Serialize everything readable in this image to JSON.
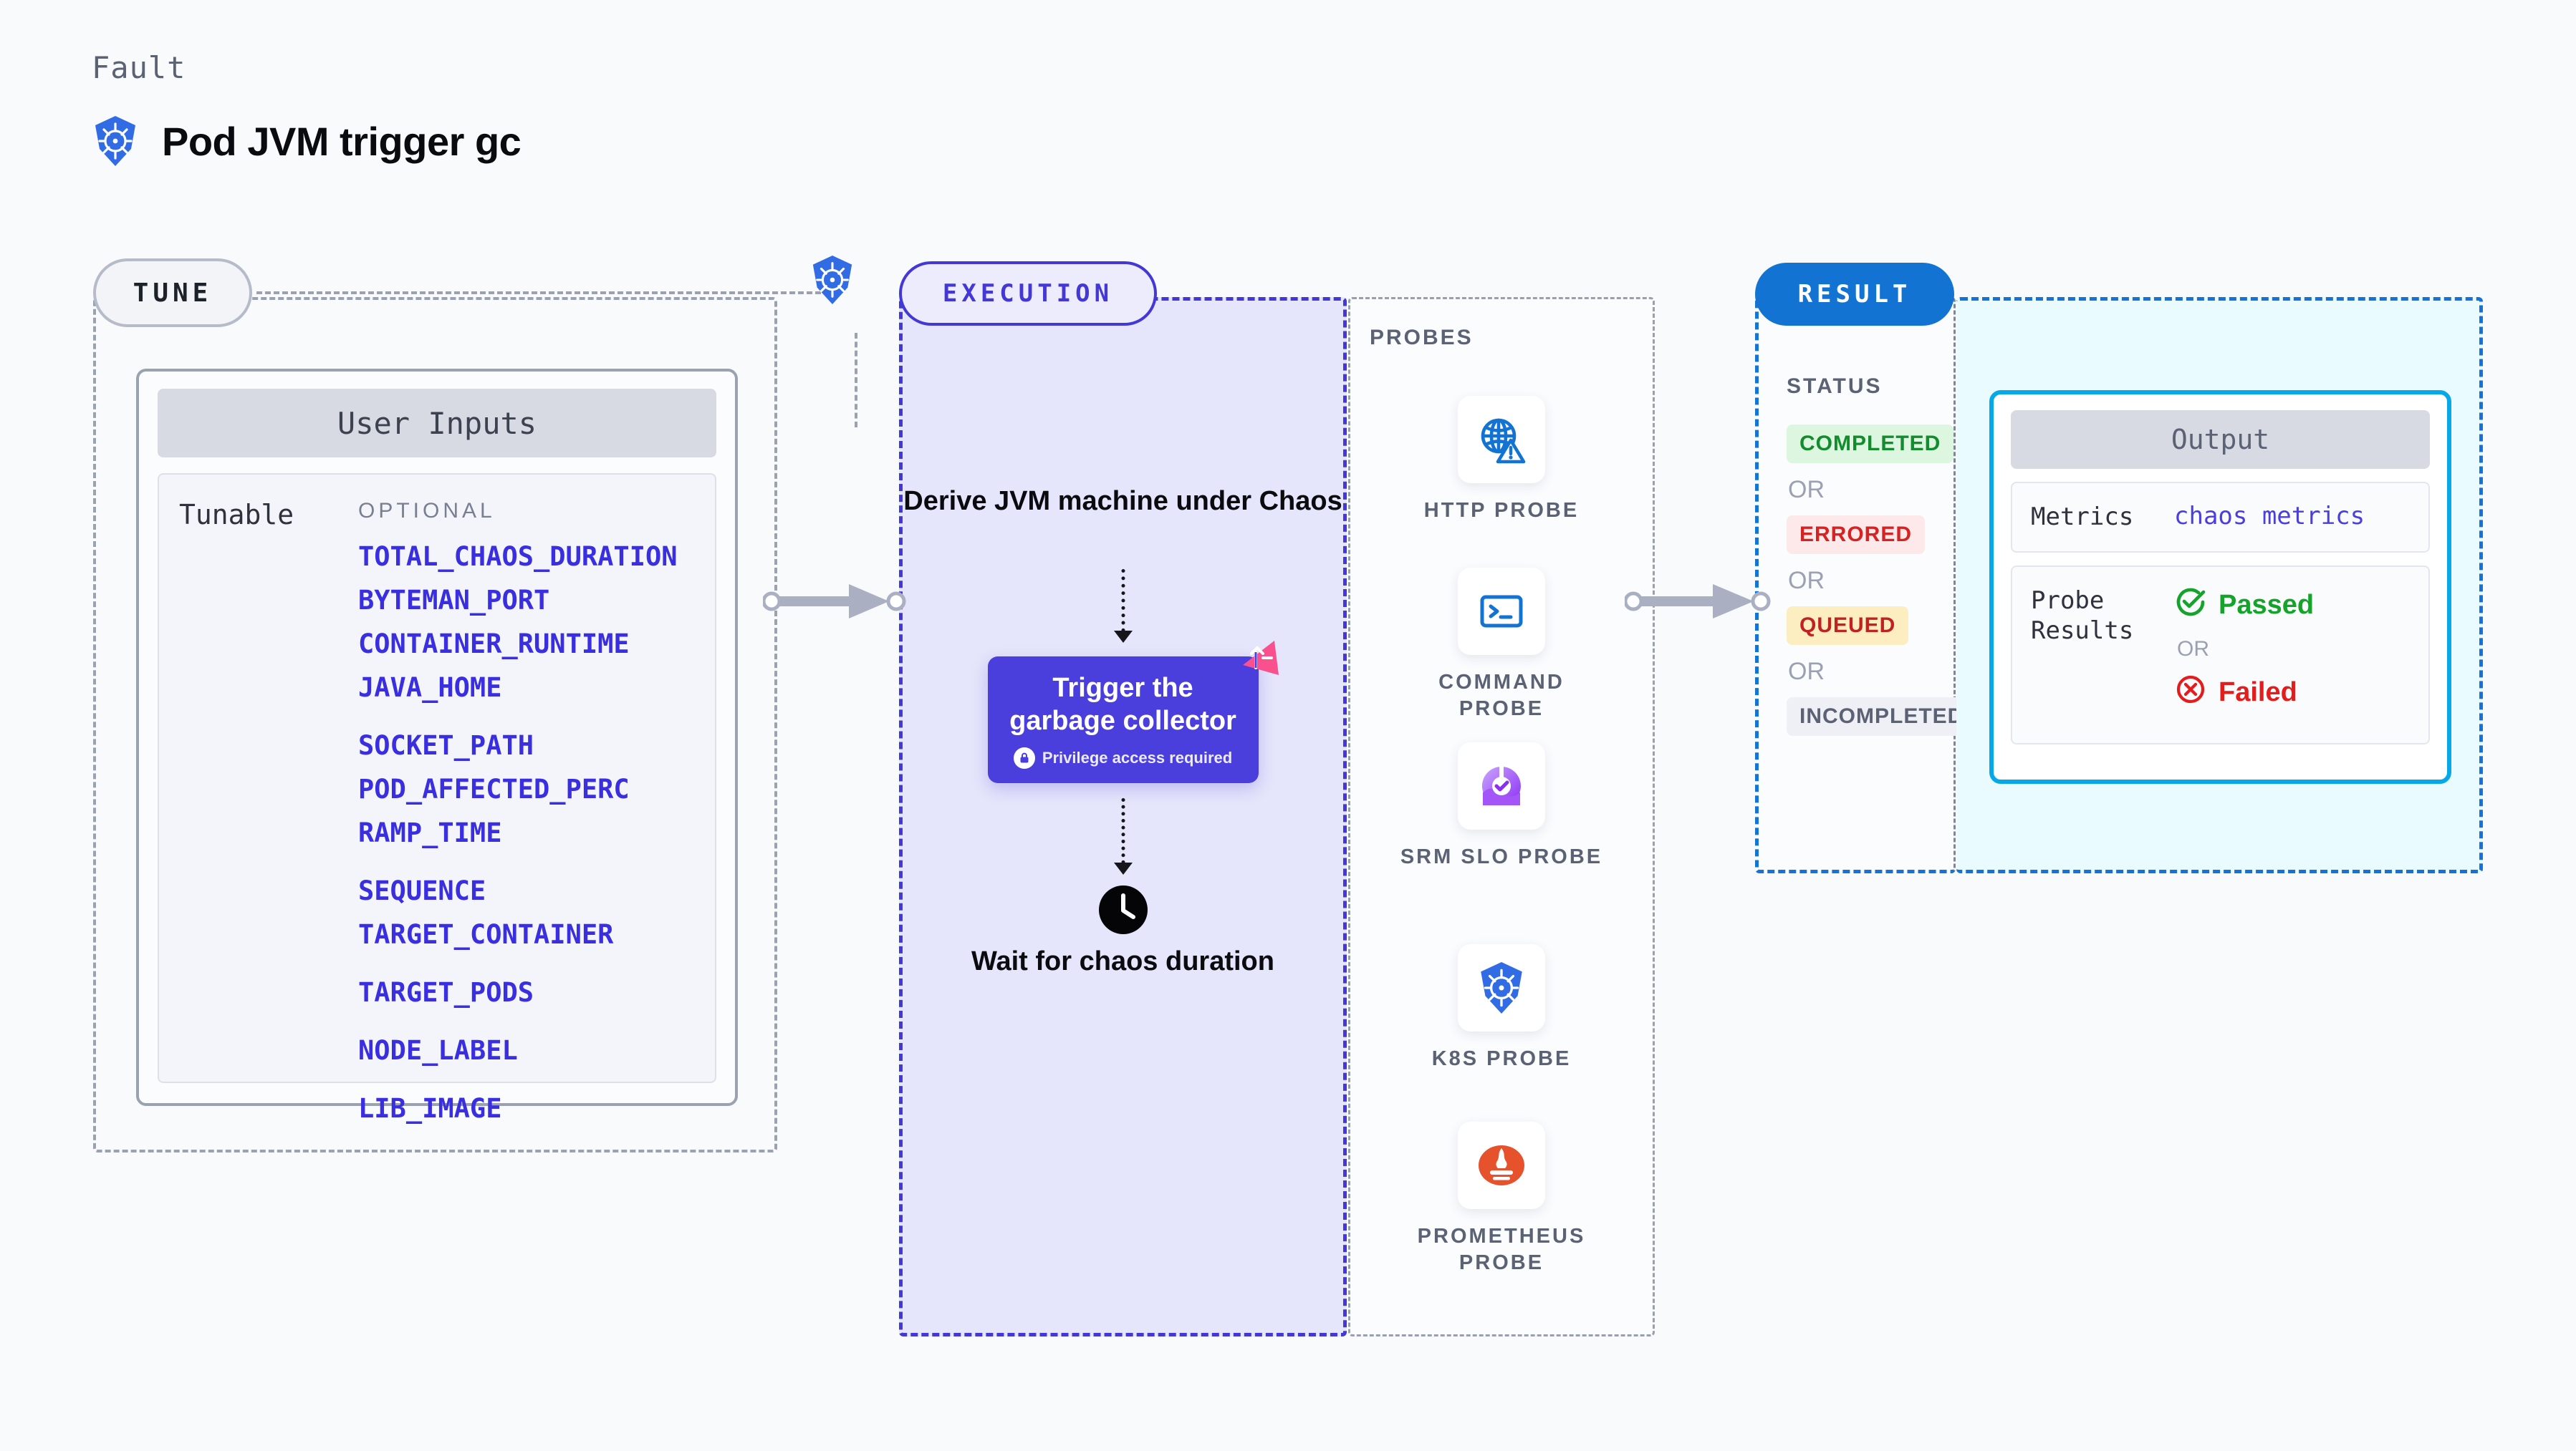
{
  "header": {
    "kicker": "Fault",
    "title": "Pod JVM trigger gc",
    "icon": "kubernetes-icon"
  },
  "tune": {
    "pill_label": "TUNE",
    "edge_icon": "kubernetes-icon",
    "card": {
      "header": "User Inputs",
      "group_label": "Tunable",
      "optional_label": "OPTIONAL",
      "tunables": [
        "TOTAL_CHAOS_DURATION",
        "BYTEMAN_PORT",
        "CONTAINER_RUNTIME",
        "JAVA_HOME",
        "SOCKET_PATH",
        "POD_AFFECTED_PERC",
        "RAMP_TIME",
        "SEQUENCE",
        "TARGET_CONTAINER",
        "TARGET_PODS",
        "NODE_LABEL",
        "LIB_IMAGE"
      ]
    }
  },
  "execution": {
    "pill_label": "EXECUTION",
    "step1": "Derive JVM machine under Chaos",
    "action": {
      "title": "Trigger the garbage collector",
      "note": "Privilege access required",
      "note_icon": "lock-icon",
      "corner_icon": "chaos-triangle-icon",
      "color": "#4a3fdc"
    },
    "step3": "Wait for chaos duration",
    "step3_icon": "clock-icon"
  },
  "probes": {
    "title": "PROBES",
    "items": [
      {
        "name": "HTTP PROBE",
        "icon": "globe-alert-icon",
        "color": "#1273d3"
      },
      {
        "name": "COMMAND PROBE",
        "icon": "terminal-icon",
        "color": "#1273d3"
      },
      {
        "name": "SRM SLO PROBE",
        "icon": "srm-slo-icon",
        "color": "#9b5cf6"
      },
      {
        "name": "K8S PROBE",
        "icon": "kubernetes-icon",
        "color": "#326ce5"
      },
      {
        "name": "PROMETHEUS PROBE",
        "icon": "prometheus-icon",
        "color": "#e6522c"
      }
    ]
  },
  "result": {
    "pill_label": "RESULT",
    "status_title": "STATUS",
    "or_label": "OR",
    "statuses": [
      {
        "label": "COMPLETED",
        "text_color": "#128c2d",
        "bg_color": "#dcf6df"
      },
      {
        "label": "ERRORED",
        "text_color": "#d32323",
        "bg_color": "#fde9e9"
      },
      {
        "label": "QUEUED",
        "text_color": "#c22121",
        "bg_color": "#fdeec2"
      },
      {
        "label": "INCOMPLETED",
        "text_color": "#5a6274",
        "bg_color": "#eef0f6"
      }
    ]
  },
  "output": {
    "card_header": "Output",
    "rows": [
      {
        "key": "Metrics",
        "value": "chaos metrics"
      },
      {
        "key": "Probe Results",
        "value": ""
      }
    ],
    "probe_results": {
      "passed_label": "Passed",
      "passed_icon": "check-circle-icon",
      "passed_color": "#15a32b",
      "or_label": "OR",
      "failed_label": "Failed",
      "failed_icon": "x-circle-icon",
      "failed_color": "#e31c1c"
    }
  }
}
